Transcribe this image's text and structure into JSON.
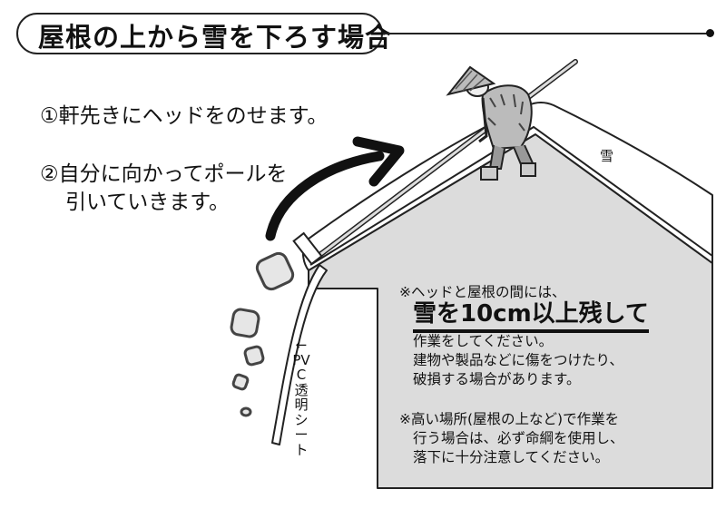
{
  "title": "屋根の上から雪を下ろす場合",
  "steps": {
    "step1": "①軒先きにヘッドをのせます。",
    "step2_line1": "②自分に向かってポールを",
    "step2_line2": "引いていきます。"
  },
  "labels": {
    "snow": "雪",
    "pvc_sheet": "←PVC透明シート"
  },
  "notes": {
    "note1_intro": "※ヘッドと屋根の間には、",
    "note1_emphasis": "雪を10cm以上残して",
    "note1_line2": "作業をしてください。",
    "note1_line3": "建物や製品などに傷をつけたり、",
    "note1_line4": "破損する場合があります。",
    "note2_line1": "※高い場所(屋根の上など)で作業を",
    "note2_line2": "行う場合は、必ず命綱を使用し、",
    "note2_line3": "落下に十分注意してください。"
  },
  "colors": {
    "house_fill": "#dcdcdc",
    "snow_fill": "#ffffff",
    "line": "#222222"
  }
}
